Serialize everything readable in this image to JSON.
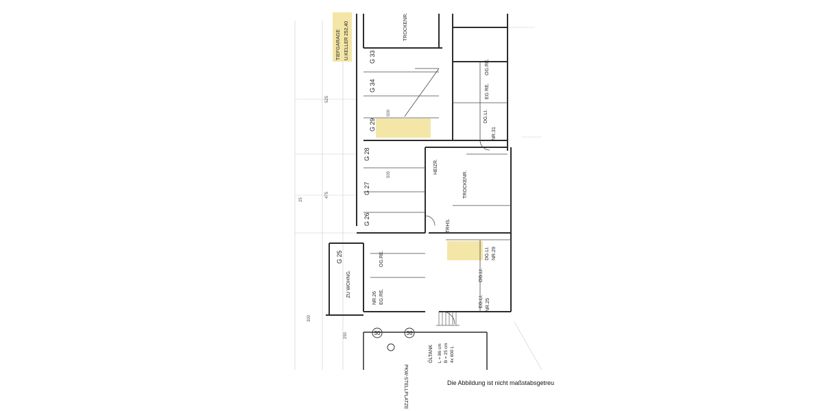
{
  "caption": "Die Abbildung ist nicht maßstabsgetreu",
  "colors": {
    "highlight": "#f3e6a6",
    "line": "#2b2b2b",
    "paper": "#ffffff"
  },
  "plan": {
    "header": {
      "garage": "TIEFGARAGE",
      "kellerline": "U.KELLER 252,40",
      "dryroom_top": "TROCKENR."
    },
    "garage_spots": [
      "G 33",
      "G 34",
      "G 29",
      "G 28",
      "G 27",
      "G 26",
      "G 25"
    ],
    "rooms": {
      "heating": "HEIZR.",
      "drying": "TROCKENR.",
      "stairs": "TRHS.",
      "entry": "ZU WOHNG.",
      "tank": "ÖLTANK",
      "parking": "PKW-STELLPLATZE"
    },
    "apartments": [
      {
        "nr": "NR.31",
        "floors": "DG.LI.",
        "label": "EG RE.",
        "sub": "OG.RE."
      },
      {
        "nr": "NR.29",
        "floors": "DG.LI."
      },
      {
        "nr": "NR.25",
        "floors": "EG.LI.",
        "sub": "OG.LI."
      },
      {
        "nr": "NR.26",
        "floors": "EG.RE.",
        "sub": "OG.RE."
      }
    ],
    "tank_specs": [
      "L = 86 cm",
      "B = 25 cm",
      "4x 600 L"
    ],
    "circle_labels": [
      "30",
      "36"
    ],
    "dims": [
      "525",
      "475",
      "505",
      "500",
      "250",
      "300",
      "25"
    ]
  }
}
